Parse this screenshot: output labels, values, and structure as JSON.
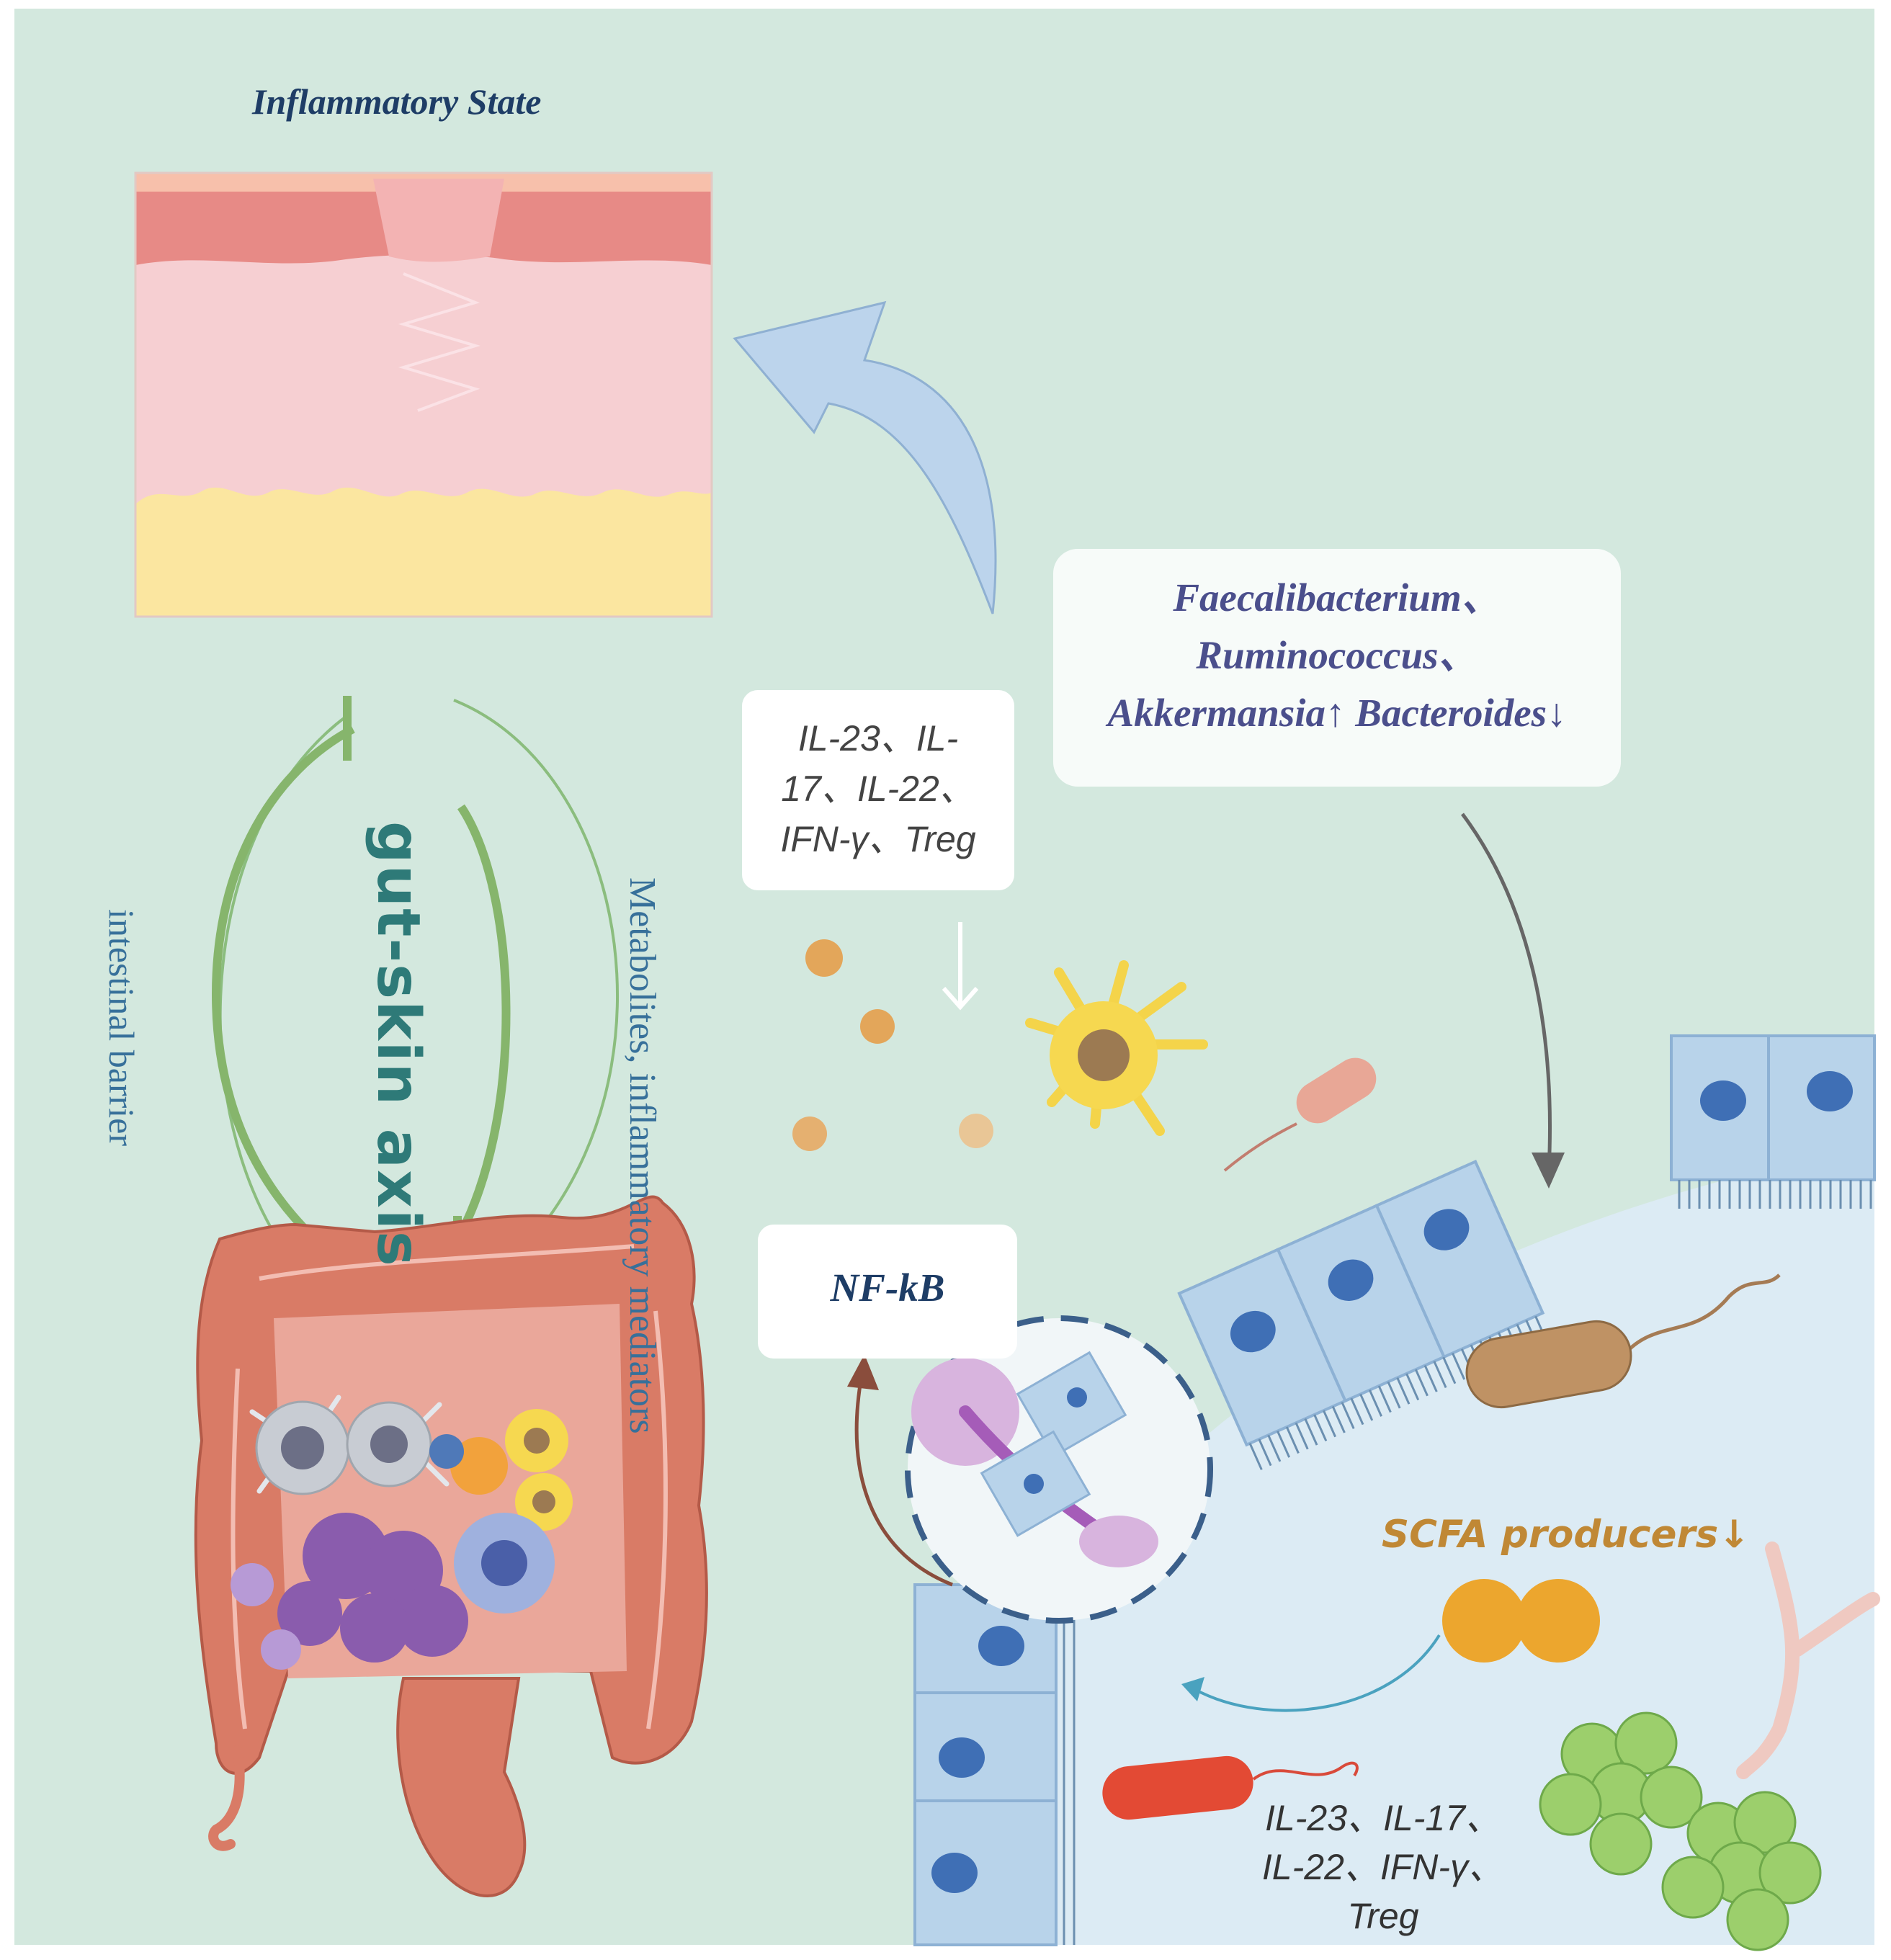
{
  "skin_panel": {
    "title": "Inflammatory State"
  },
  "axis": {
    "label": "gut-skin axis",
    "left_label": "intestinal barrier",
    "right_label": "Metabolites, inflammatory mediators"
  },
  "bacteria_box": {
    "line1": "Faecalibacterium、",
    "line2": "Ruminococcus、",
    "line3": "Akkermansia↑ Bacteroides↓"
  },
  "cytokine_box": {
    "line1": "IL-23、IL-",
    "line2": "17、IL-22、",
    "line3": "IFN-γ、Treg"
  },
  "nfkb_box": {
    "label": "NF-kB"
  },
  "scfa": {
    "label": "SCFA producers↓"
  },
  "gut_cytokines": {
    "line1": "IL-23、IL-17、",
    "line2": "IL-22、IFN-γ、",
    "line3": "Treg"
  },
  "colors": {
    "background": "#d3e8de",
    "lumen": "#dcebf4",
    "epidermis": "#e78a86",
    "dermis": "#f6cfd2",
    "fat": "#fbe6a0",
    "arrow_blue": "#bcd4ec",
    "inhibit_green": "#86b56c",
    "colon": "#d97b66"
  }
}
